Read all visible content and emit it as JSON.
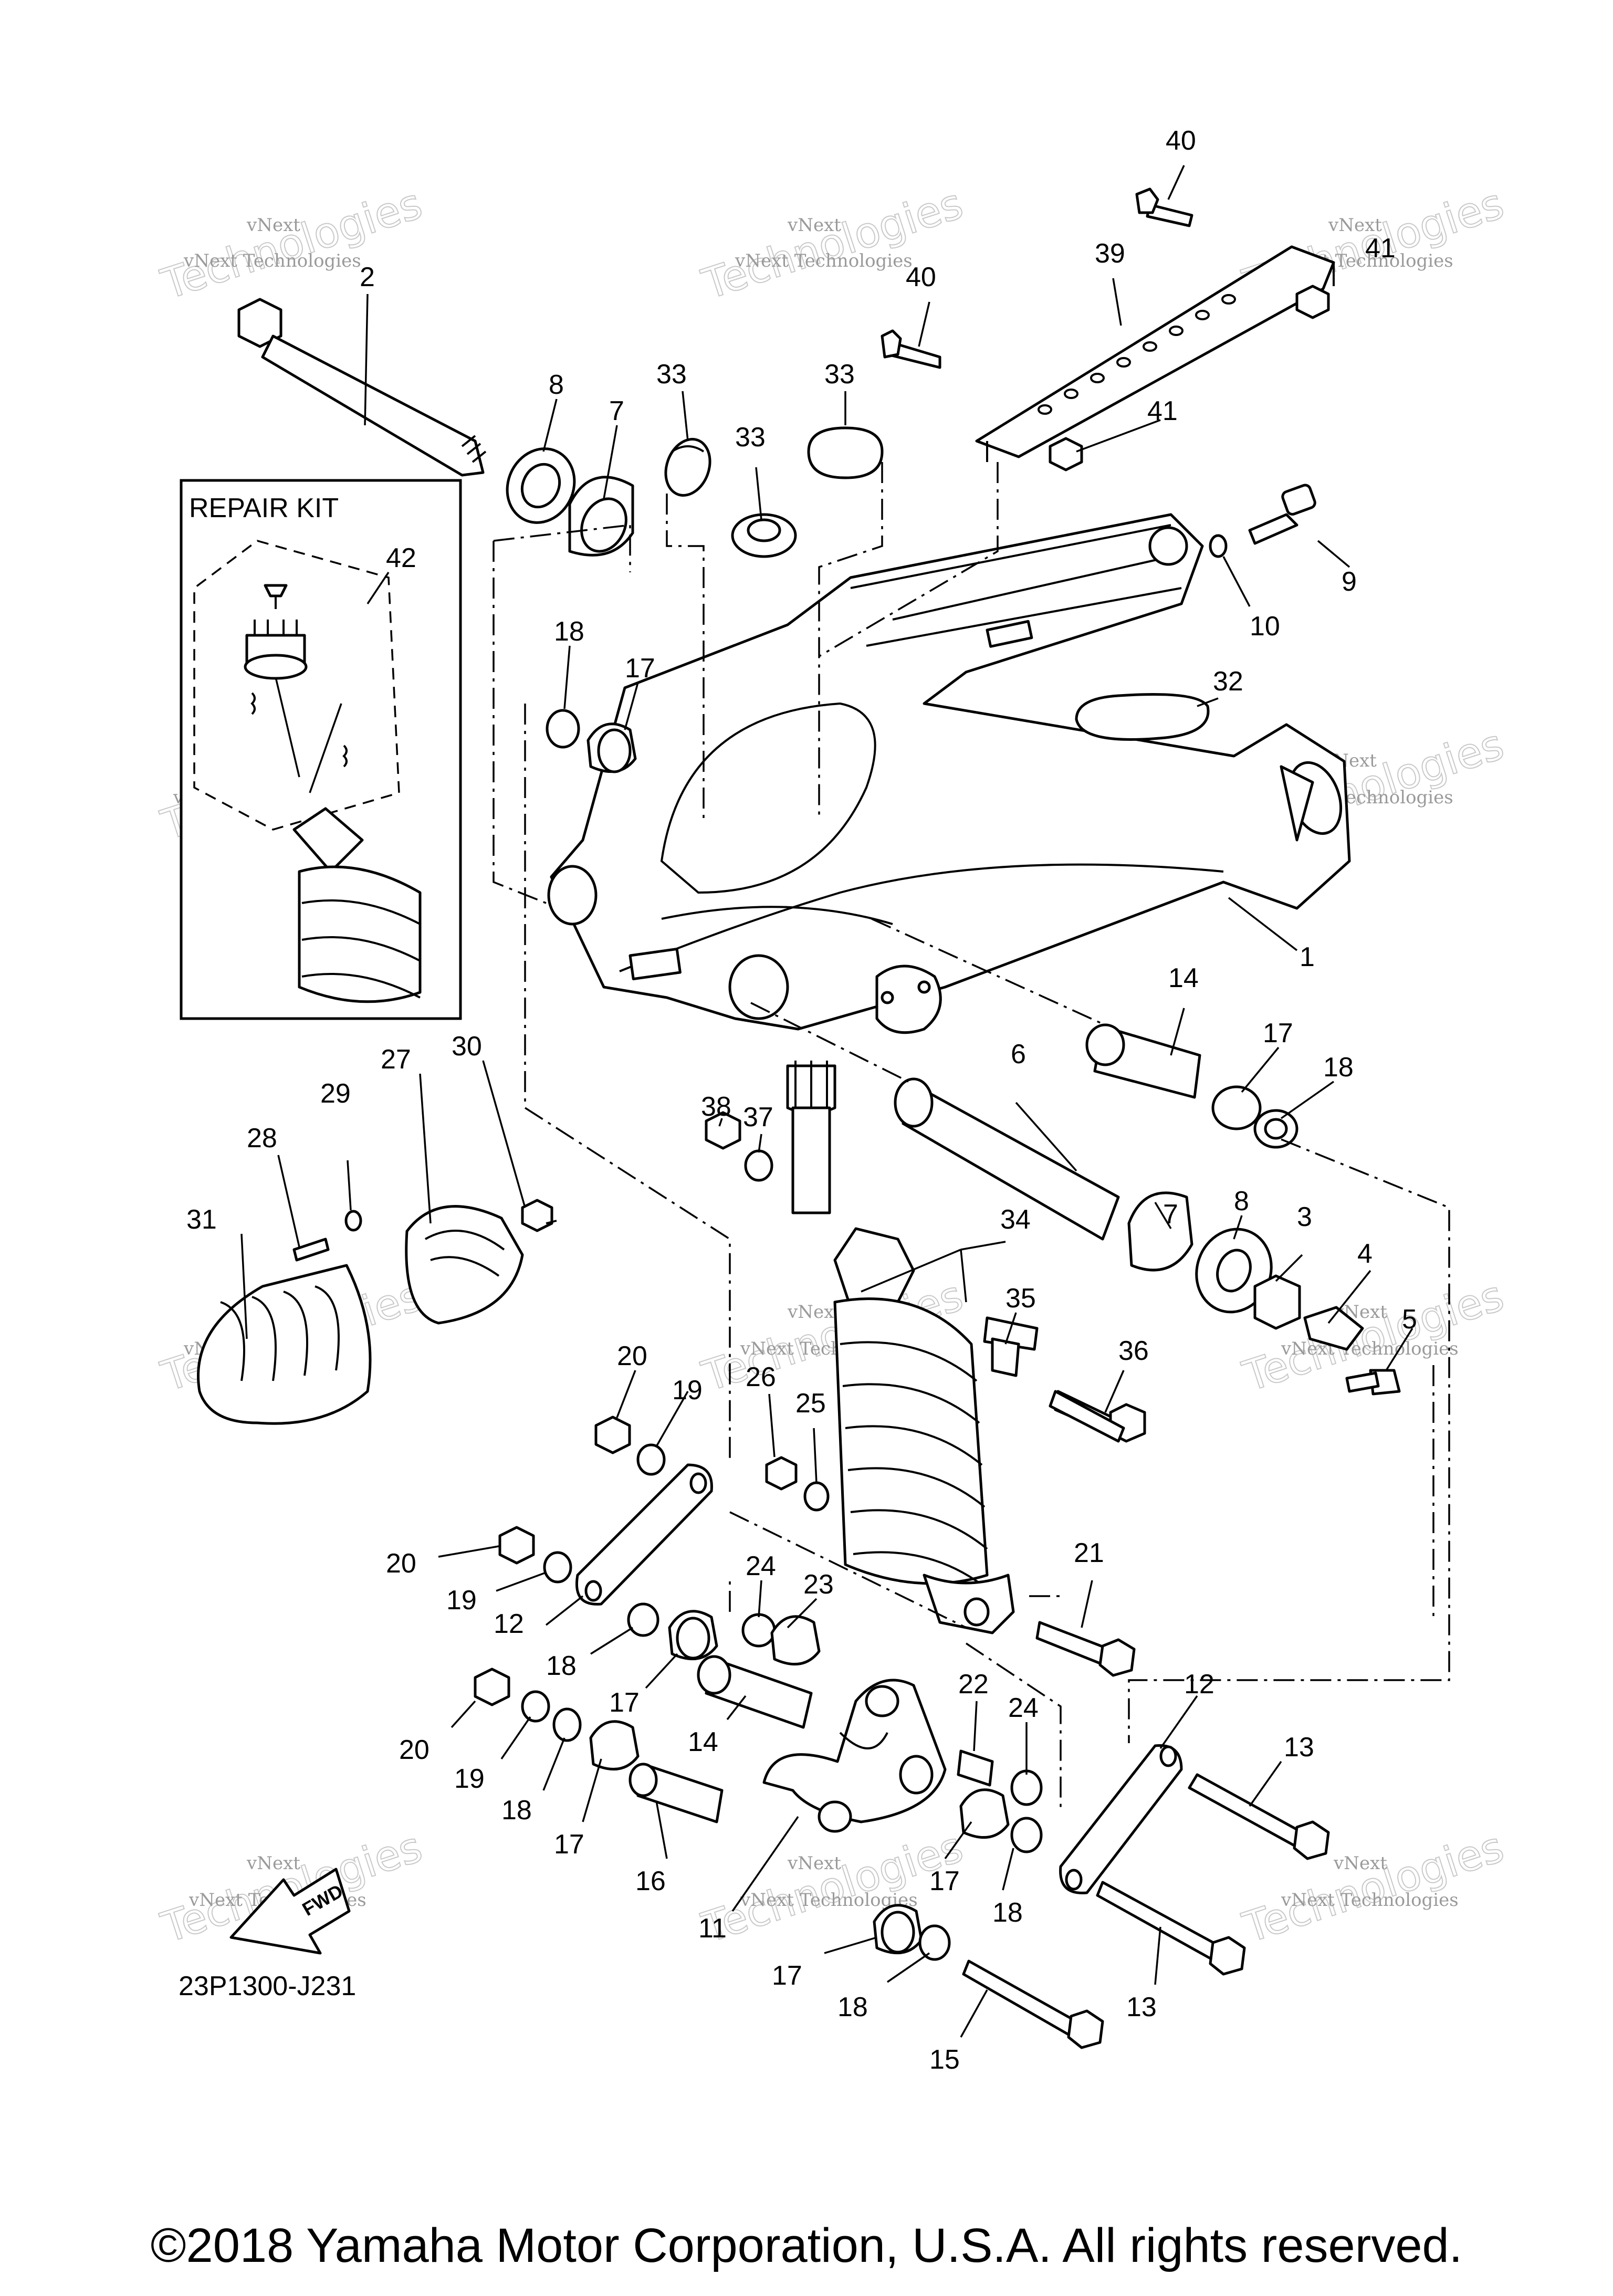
{
  "repair_kit": {
    "label": "REPAIR KIT"
  },
  "diagram_code": "23P1300-J231",
  "fwd_label": "FWD",
  "watermark": {
    "line1": "vNext Technologies",
    "line2": "vNext",
    "line3": "Technologies"
  },
  "copyright": "©2018 Yamaha Motor Corporation, U.S.A. All rights reserved.",
  "callouts": {
    "c1": "1",
    "c2": "2",
    "c3": "3",
    "c4": "4",
    "c5": "5",
    "c6": "6",
    "c7": "7",
    "c8": "8",
    "c9": "9",
    "c10": "10",
    "c11": "11",
    "c12": "12",
    "c13": "13",
    "c14": "14",
    "c15": "15",
    "c16": "16",
    "c17": "17",
    "c18": "18",
    "c19": "19",
    "c20": "20",
    "c21": "21",
    "c22": "22",
    "c23": "23",
    "c24": "24",
    "c25": "25",
    "c26": "26",
    "c27": "27",
    "c28": "28",
    "c29": "29",
    "c30": "30",
    "c31": "31",
    "c32": "32",
    "c33": "33",
    "c34": "34",
    "c35": "35",
    "c36": "36",
    "c37": "37",
    "c38": "38",
    "c39": "39",
    "c40": "40",
    "c41": "41",
    "c42": "42"
  }
}
